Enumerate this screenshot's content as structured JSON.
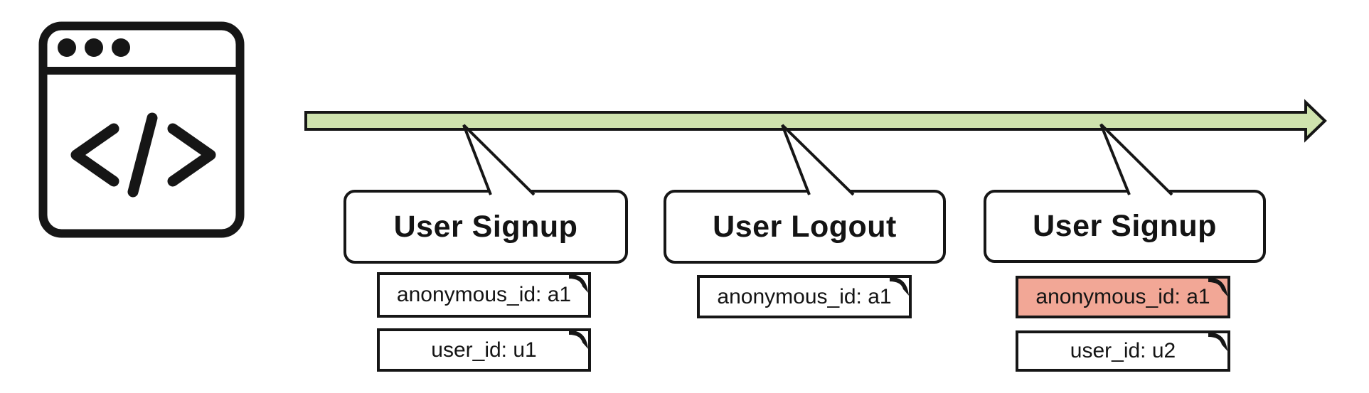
{
  "canvas": {
    "background": "#ffffff"
  },
  "colors": {
    "timeline_fill": "#cfe3ae",
    "highlight_fill": "#f2a796",
    "line": "#161616",
    "bubble_fill": "#ffffff"
  },
  "browser_icon": {
    "glyph": "</>"
  },
  "events": [
    {
      "title": "User Signup",
      "tags": [
        {
          "text": "anonymous_id: a1",
          "highlighted": false
        },
        {
          "text": "user_id: u1",
          "highlighted": false
        }
      ]
    },
    {
      "title": "User Logout",
      "tags": [
        {
          "text": "anonymous_id: a1",
          "highlighted": false
        }
      ]
    },
    {
      "title": "User Signup",
      "tags": [
        {
          "text": "anonymous_id: a1",
          "highlighted": true
        },
        {
          "text": "user_id: u2",
          "highlighted": false
        }
      ]
    }
  ]
}
